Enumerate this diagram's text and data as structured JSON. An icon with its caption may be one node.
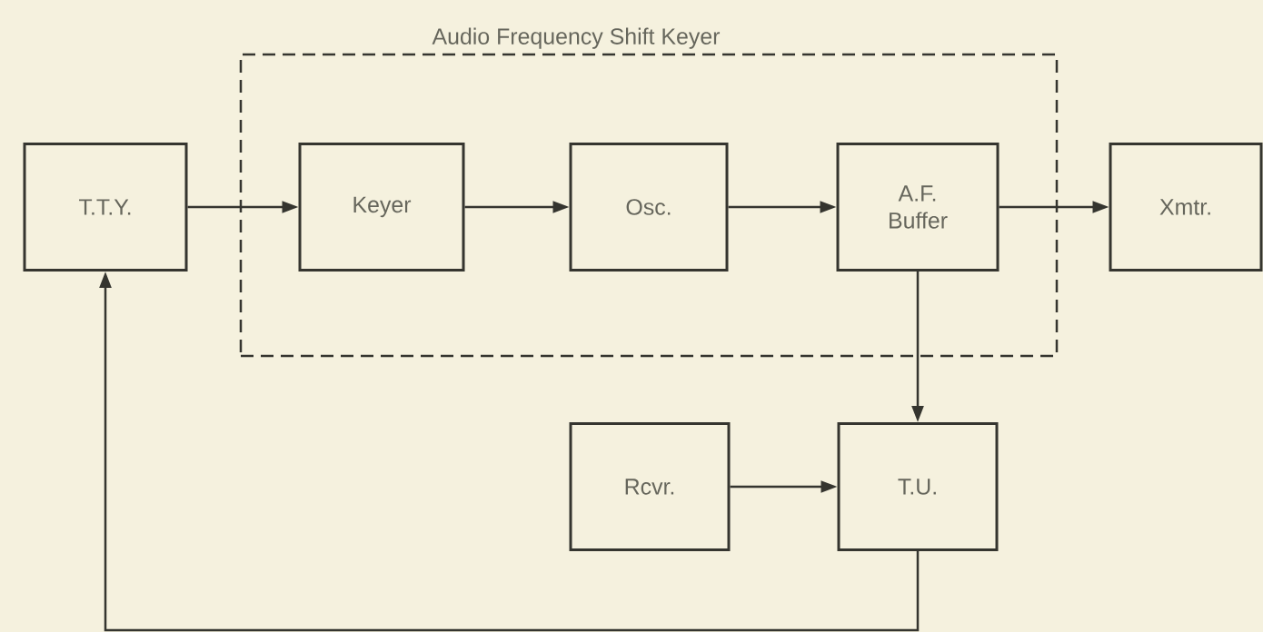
{
  "diagram": {
    "nodes": [
      {
        "text": [
          "Audio Frequency Shift Keyer"
        ]
      },
      {
        "text": [
          "T.T.Y."
        ]
      },
      {
        "text": [
          "Keyer"
        ],
        "in": 0
      },
      {
        "text": [
          "Osc."
        ],
        "in": 0
      },
      {
        "text": [
          "A.F. Buffer"
        ],
        "in": 0
      },
      {
        "text": [
          "Xmtr."
        ]
      },
      {
        "text": [
          "Rcvr."
        ]
      },
      {
        "text": [
          "T.U."
        ]
      }
    ],
    "edges": [
      {
        "from": 1,
        "to": 2,
        "arrow": "to"
      },
      {
        "from": 2,
        "to": 3,
        "arrow": "to"
      },
      {
        "from": 3,
        "to": 4,
        "arrow": "to"
      },
      {
        "from": 4,
        "to": 5,
        "arrow": "to"
      },
      {
        "from": 4,
        "to": 7,
        "arrow": "to"
      },
      {
        "from": 6,
        "to": 7,
        "arrow": "to"
      },
      {
        "from": 7,
        "to": 1,
        "arrow": "to"
      }
    ]
  }
}
